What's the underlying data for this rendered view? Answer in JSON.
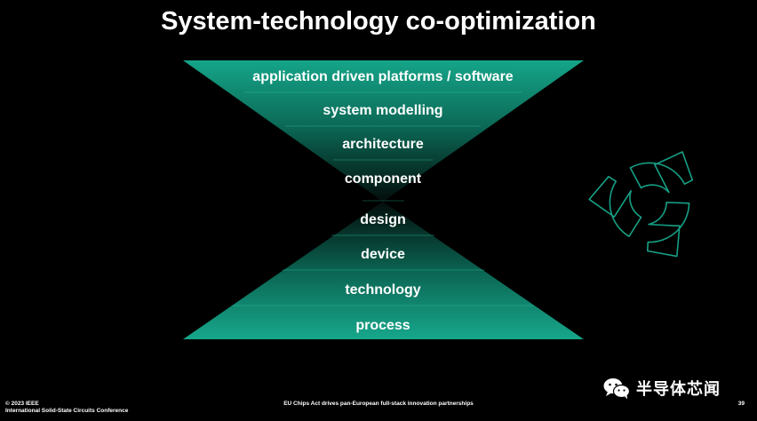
{
  "slide": {
    "title": "System-technology co-optimization",
    "accent_color": "#16a085",
    "top_layers": [
      "application driven platforms / software",
      "system modelling",
      "architecture",
      "component"
    ],
    "bottom_layers": [
      "design",
      "device",
      "technology",
      "process"
    ],
    "cycle_icon": "circular-arrows-icon"
  },
  "footer": {
    "copyright": "© 2023 IEEE",
    "conference": "International Solid-State Circuits Conference",
    "center_text": "EU Chips Act drives pan-European full-stack innovation partnerships",
    "page_number": "39"
  },
  "watermark": {
    "icon": "wechat-icon",
    "text": "半导体芯闻"
  }
}
